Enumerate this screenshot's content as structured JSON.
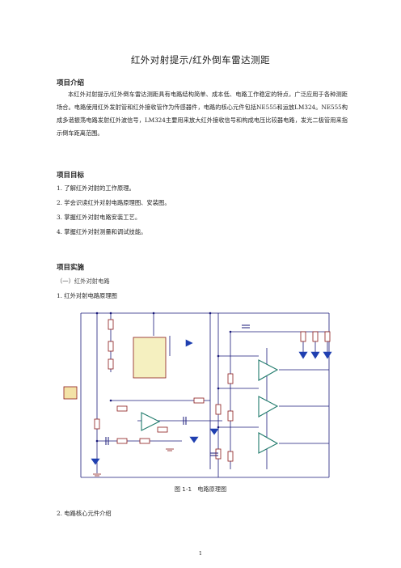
{
  "title": "红外对射提示/红外倒车雷达测距",
  "sections": {
    "intro_heading": "项目介绍",
    "intro_para": "本红外对射提示/红外倒车雷达测距具有电路结构简单、成本低、电路工作稳定的特点，广泛应用于各种测距场合。电路使用红外发射管和红外接收管作为传感器件，电路的核心元件包括NE555和运放LM324。NE555构成多谐振荡电路发射红外波信号，LM324主要用来放大红外接收信号和构成电压比较器电路，发光二极管用来指示倒车距离范围。",
    "goal_heading": "项目目标",
    "goals": [
      "1. 了解红外对射的工作原理。",
      "2. 学会识读红外对射电路原理图、安装图。",
      "3. 掌握红外对射电路安装工艺。",
      "4. 掌握红外对射测量和调试技能。"
    ],
    "impl_heading": "项目实施",
    "impl_sub": "（一）红外对射电路",
    "impl_item1": "1. 红外对射电路原理图",
    "figure_caption": "图 1-1　电路原理图",
    "impl_item2": "2. 电路核心元件介绍"
  },
  "colors": {
    "wire": "#1a1a7a",
    "component": "#8b1a1a",
    "opamp_fill": "#1f7a6b",
    "led": "#1f3fb0",
    "ic_fill": "#f5f0c0",
    "connector_fill": "#f3e2a6"
  },
  "page_number": "1"
}
